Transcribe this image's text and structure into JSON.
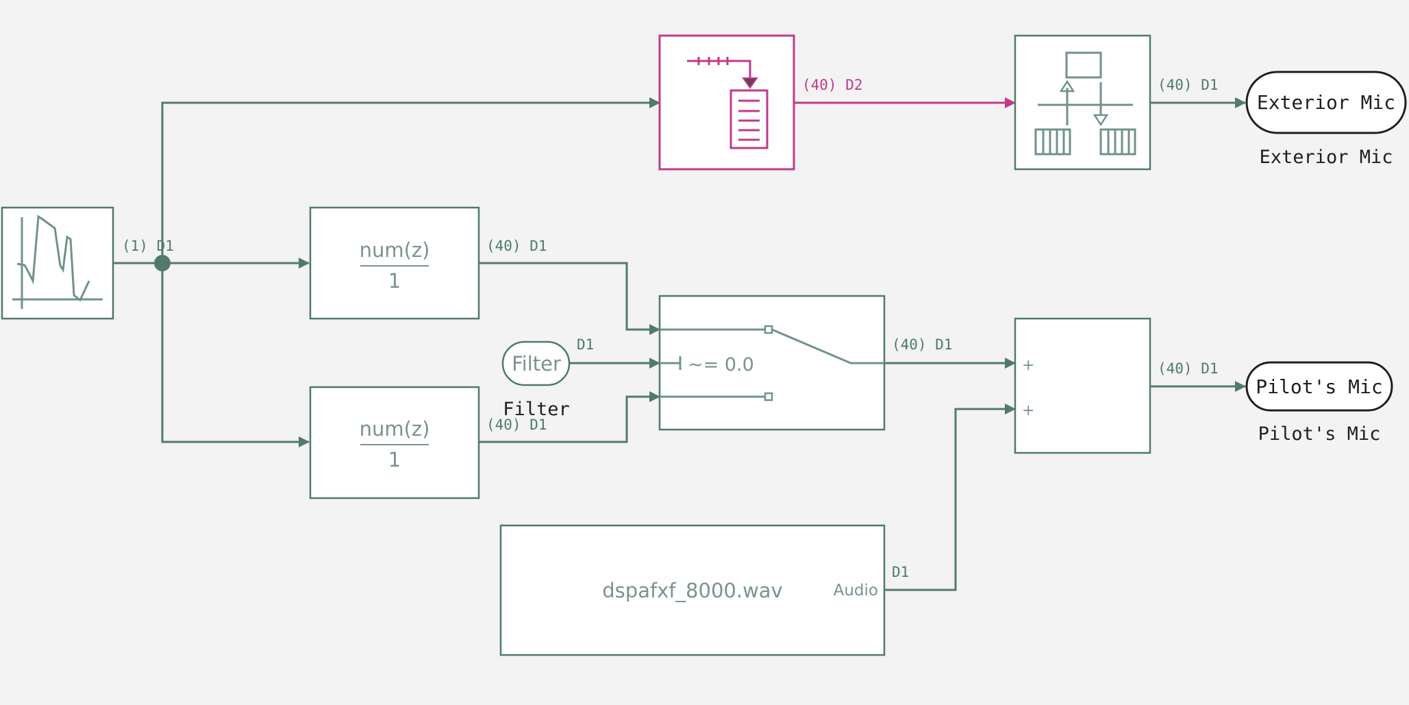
{
  "signals": {
    "source_out": "(1) D1",
    "buffer_out": "(40) D2",
    "unbuffer_out": "(40) D1",
    "filter_top_out": "(40) D1",
    "filter_bottom_out": "(40) D1",
    "filter_const_out": "D1",
    "switch_out": "(40) D1",
    "sum_out": "(40) D1",
    "audio_out": "D1"
  },
  "blocks": {
    "filter_top": {
      "numerator": "num(z)",
      "denominator": "1"
    },
    "filter_bottom": {
      "numerator": "num(z)",
      "denominator": "1"
    },
    "filter_const": {
      "text": "Filter",
      "name": "Filter"
    },
    "switch": {
      "criterion": "~= 0.0"
    },
    "sum": {
      "sign1": "+",
      "sign2": "+"
    },
    "audio_file": {
      "filename": "dspafxf_8000.wav",
      "port": "Audio"
    },
    "exterior_mic": {
      "text": "Exterior Mic",
      "name": "Exterior Mic"
    },
    "pilots_mic": {
      "text": "Pilot's Mic",
      "name": "Pilot's Mic"
    }
  },
  "colors": {
    "wire": "#527a6a",
    "highlight": "#c2398a",
    "background": "#f3f3f3"
  }
}
